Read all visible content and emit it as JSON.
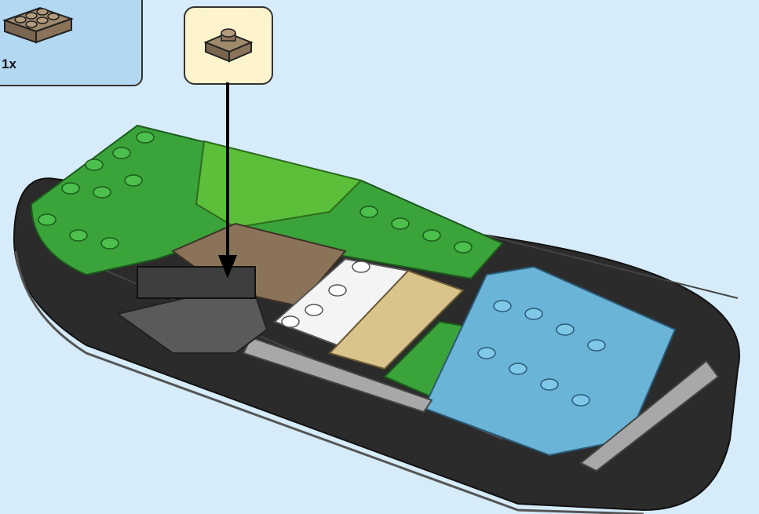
{
  "parts_list": {
    "quantity_label": "1x",
    "part_icon": "brick-2x4-dark-tan"
  },
  "step_callout": {
    "part_icon": "plate-2x2-dark-tan"
  },
  "colors": {
    "background": "#d6ecfa",
    "parts_panel": "#b3d8f2",
    "step_panel": "#fdf3cc",
    "base": "#2b2b2b",
    "green": "#3aa33a",
    "lime": "#5bbf3a",
    "dark_tan": "#8a7358",
    "white": "#f4f4f4",
    "tan": "#d9c48c",
    "light_blue": "#6ab4d8",
    "light_gray": "#a8a8a8",
    "dark_gray": "#5a5a5a"
  }
}
